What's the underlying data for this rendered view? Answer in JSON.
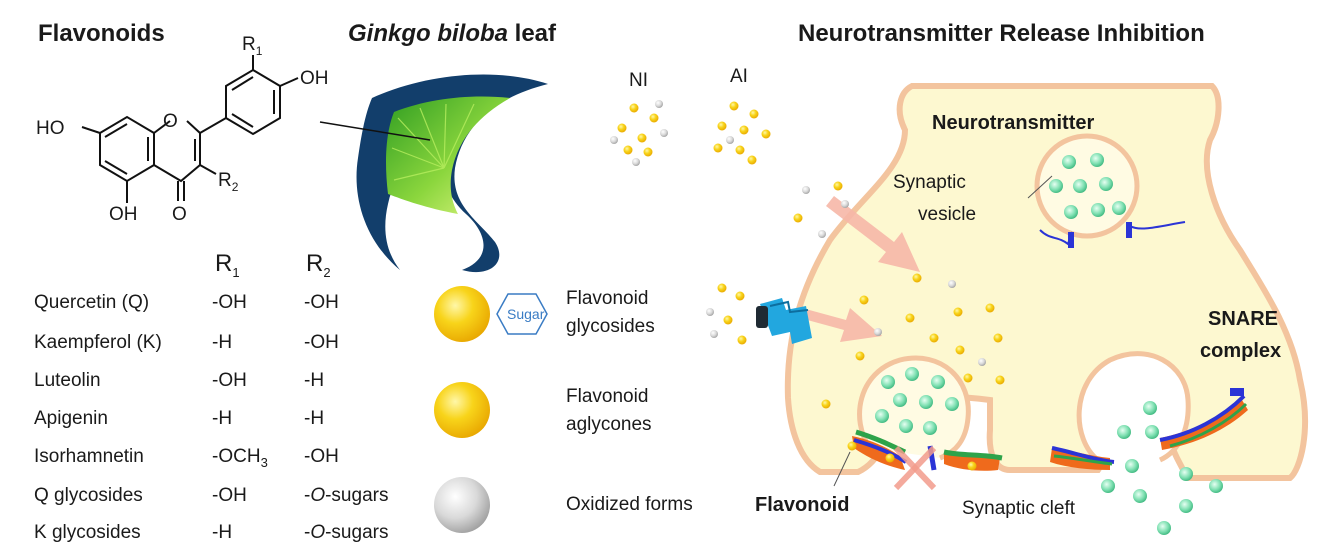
{
  "titles": {
    "flavonoids": "Flavonoids",
    "ginkgo_italic": "Ginkgo biloba",
    "ginkgo_rest": " leaf",
    "inhibition": "Neurotransmitter Release Inhibition"
  },
  "structure_labels": {
    "r1": "R",
    "r1_sub": "1",
    "r2": "R",
    "r2_sub": "2",
    "oh_top": "OH",
    "ho_left": "HO",
    "oh_bottom": "OH",
    "o_ring": "O",
    "o_carbonyl": "O"
  },
  "table": {
    "col_r1": "R",
    "col_r1_sub": "1",
    "col_r2": "R",
    "col_r2_sub": "2",
    "rows": [
      {
        "name": "Quercetin (Q)",
        "r1": "-OH",
        "r2": "-OH"
      },
      {
        "name": "Kaempferol (K)",
        "r1": "-H",
        "r2": "-OH"
      },
      {
        "name": "Luteolin",
        "r1": "-OH",
        "r2": "-H"
      },
      {
        "name": "Apigenin",
        "r1": "-H",
        "r2": "-H"
      },
      {
        "name": "Isorhamnetin",
        "r1": "-OCH",
        "r1_sub": "3",
        "r2": "-OH"
      },
      {
        "name": "Q glycosides",
        "r1": "-OH",
        "r2": "-O-sugars"
      },
      {
        "name": "K glycosides",
        "r1": "-H",
        "r2": "-O-sugars"
      }
    ],
    "r2_prefix": "-",
    "r2_italic": "O",
    "r2_suffix": "-sugars"
  },
  "legend": {
    "sugar": "Sugar",
    "glycosides_line1": "Flavonoid",
    "glycosides_line2": "glycosides",
    "aglycones_line1": "Flavonoid",
    "aglycones_line2": "aglycones",
    "oxidized": "Oxidized forms"
  },
  "groups": {
    "ni": "NI",
    "ai": "AI"
  },
  "neuron": {
    "neurotransmitter": "Neurotransmitter",
    "synaptic_line1": "Synaptic",
    "synaptic_line2": "vesicle",
    "snare_line1": "SNARE",
    "snare_line2": "complex",
    "flavonoid": "Flavonoid",
    "cleft": "Synaptic cleft"
  },
  "colors": {
    "leaf_dark": "#123e6b",
    "leaf_green": "#5cc52a",
    "membrane": "#f3c49e",
    "cytoplasm": "#fdf8d0",
    "vesicle_fill": "#fffbe3",
    "aglycone": "#f5c800",
    "oxidized": "#bdbdbd",
    "neurotransmitter": "#3fcf95",
    "transporter": "#22a7df",
    "snare_blue": "#2b34d6",
    "snare_green": "#2ea34a",
    "snare_orange": "#ef6a1c",
    "arrow_pink": "#f6b7a7"
  }
}
